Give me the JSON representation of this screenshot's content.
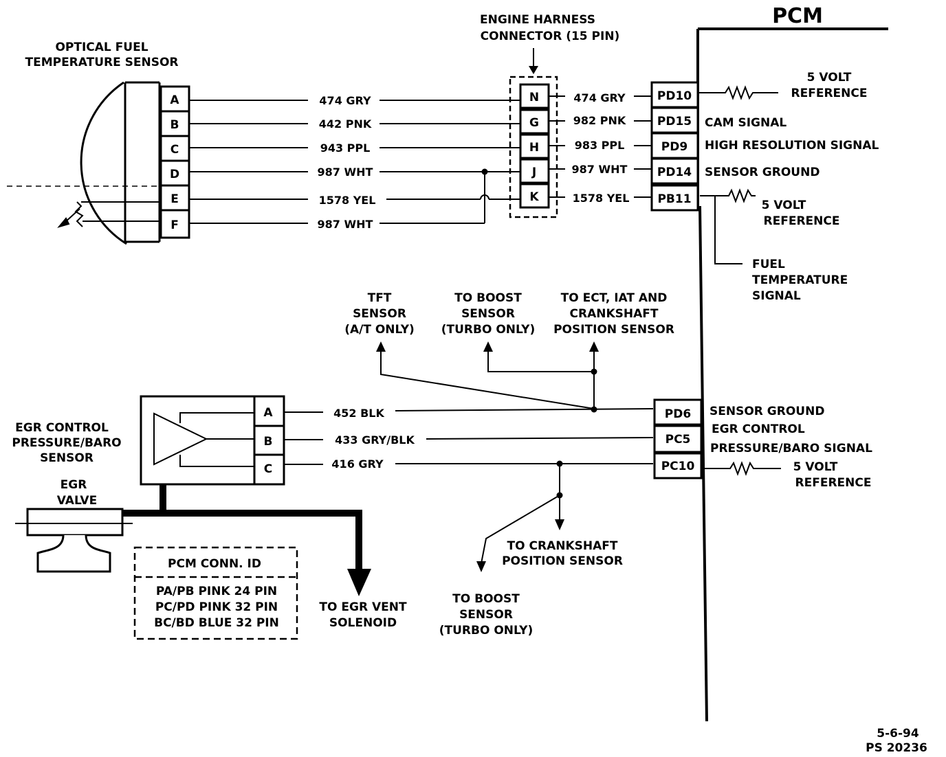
{
  "pcm_title": "PCM",
  "engine_harness_label": [
    "ENGINE HARNESS",
    "CONNECTOR (15 PIN)"
  ],
  "optical_sensor_label": [
    "OPTICAL FUEL",
    "TEMPERATURE SENSOR"
  ],
  "sensor_pins": [
    "A",
    "B",
    "C",
    "D",
    "E",
    "F"
  ],
  "sensor_wires": [
    "474 GRY",
    "442 PNK",
    "943 PPL",
    "987 WHT",
    "1578 YEL",
    "987 WHT"
  ],
  "harness_pins": [
    "N",
    "G",
    "H",
    "J",
    "K"
  ],
  "harness_wires": [
    "474 GRY",
    "982 PNK",
    "983 PPL",
    "987 WHT",
    "1578 YEL"
  ],
  "pcm_top_pins": [
    "PD10",
    "PD15",
    "PD9",
    "PD14",
    "PB11"
  ],
  "pcm_top_descriptions": {
    "pd10_ref": [
      "5 VOLT",
      "REFERENCE"
    ],
    "cam": "CAM SIGNAL",
    "high_res": "HIGH RESOLUTION SIGNAL",
    "sensor_ground": "SENSOR GROUND",
    "pb11_ref": [
      "5 VOLT",
      "REFERENCE"
    ],
    "fuel_temp": [
      "FUEL",
      "TEMPERATURE",
      "SIGNAL"
    ]
  },
  "branch_labels": {
    "tft": [
      "TFT",
      "SENSOR",
      "(A/T ONLY)"
    ],
    "boost_top": [
      "TO BOOST",
      "SENSOR",
      "(TURBO ONLY)"
    ],
    "ect": [
      "TO ECT, IAT AND",
      "CRANKSHAFT",
      "POSITION SENSOR"
    ],
    "crank": [
      "TO CRANKSHAFT",
      "POSITION SENSOR"
    ],
    "boost_bottom": [
      "TO BOOST",
      "SENSOR",
      "(TURBO ONLY)"
    ]
  },
  "egr_sensor_label": [
    "EGR CONTROL",
    "PRESSURE/BARO",
    "SENSOR"
  ],
  "egr_valve_label": [
    "EGR",
    "VALVE"
  ],
  "egr_pins": [
    "A",
    "B",
    "C"
  ],
  "egr_wires": [
    "452 BLK",
    "433 GRY/BLK",
    "416 GRY"
  ],
  "pcm_bottom_pins": [
    "PD6",
    "PC5",
    "PC10"
  ],
  "pcm_bottom_descriptions": {
    "sensor_ground": "SENSOR GROUND",
    "egr_control": [
      "EGR CONTROL",
      "PRESSURE/BARO SIGNAL"
    ],
    "pc10_ref": [
      "5 VOLT",
      "REFERENCE"
    ]
  },
  "vent_label": [
    "TO EGR VENT",
    "SOLENOID"
  ],
  "pcm_conn_id": {
    "title": "PCM CONN. ID",
    "rows": [
      "PA/PB PINK 24 PIN",
      "PC/PD PINK 32 PIN",
      "BC/BD BLUE 32 PIN"
    ]
  },
  "footer": [
    "5-6-94",
    "PS 20236"
  ]
}
